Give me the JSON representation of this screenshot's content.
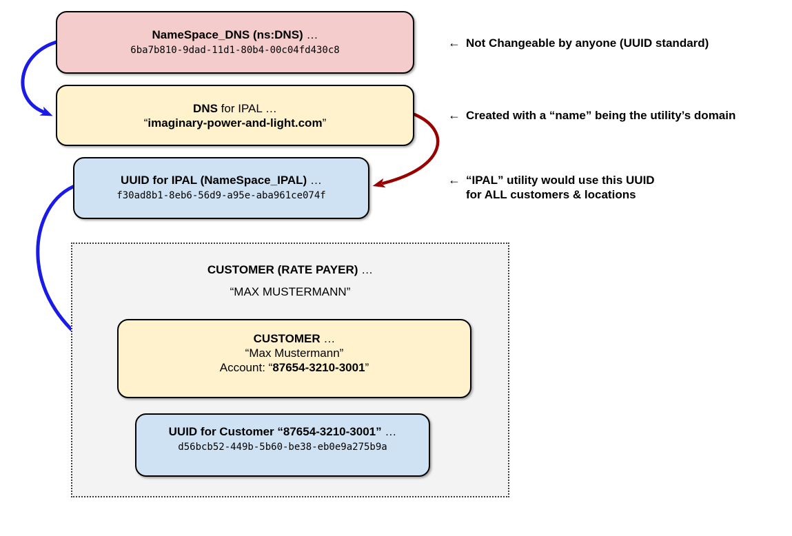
{
  "colors": {
    "node_pink_bg": "#f4cccc",
    "node_yellow_bg": "#fff2cc",
    "node_blue_bg": "#cfe2f3",
    "group_bg": "#f3f3f3",
    "node_border": "#000000",
    "group_border": "#3b3b3b",
    "arrow_blue": "#1b1be8",
    "arrow_red": "#990000",
    "text": "#000000"
  },
  "nodes": {
    "ns_dns": {
      "title_bold": "NameSpace_DNS (ns:DNS)",
      "title_rest": " …",
      "uuid": "6ba7b810-9dad-11d1-80b4-00c04fd430c8"
    },
    "dns_ipal": {
      "line1_bold": "DNS",
      "line1_rest": " for IPAL …",
      "line2_prefix": "“",
      "line2_bold": "imaginary-power-and-light.com",
      "line2_suffix": "”"
    },
    "uuid_ipal": {
      "title_bold": "UUID for IPAL (NameSpace_IPAL)",
      "title_rest": " …",
      "uuid": "f30ad8b1-8eb6-56d9-a95e-aba961ce074f"
    },
    "customer_group": {
      "title_bold": "CUSTOMER (RATE PAYER)",
      "title_rest": " …",
      "subtitle": "“MAX MUSTERMANN”"
    },
    "customer": {
      "title_bold": "CUSTOMER",
      "title_rest": " …",
      "name": "“Max Mustermann”",
      "account_prefix": "Account: “",
      "account_bold": "87654-3210-3001",
      "account_suffix": "”"
    },
    "uuid_customer": {
      "title_bold": "UUID for Customer “87654-3210-3001”",
      "title_rest": " …",
      "uuid": "d56bcb52-449b-5b60-be38-eb0e9a275b9a"
    }
  },
  "annotations": [
    {
      "arrow": "←",
      "line1": "Not Changeable by anyone (UUID standard)",
      "line2": ""
    },
    {
      "arrow": "←",
      "line1": "Created with a “name” being the utility’s domain",
      "line2": ""
    },
    {
      "arrow": "←",
      "line1": "“IPAL” utility would use this UUID",
      "line2": "for ALL customers & locations"
    }
  ]
}
